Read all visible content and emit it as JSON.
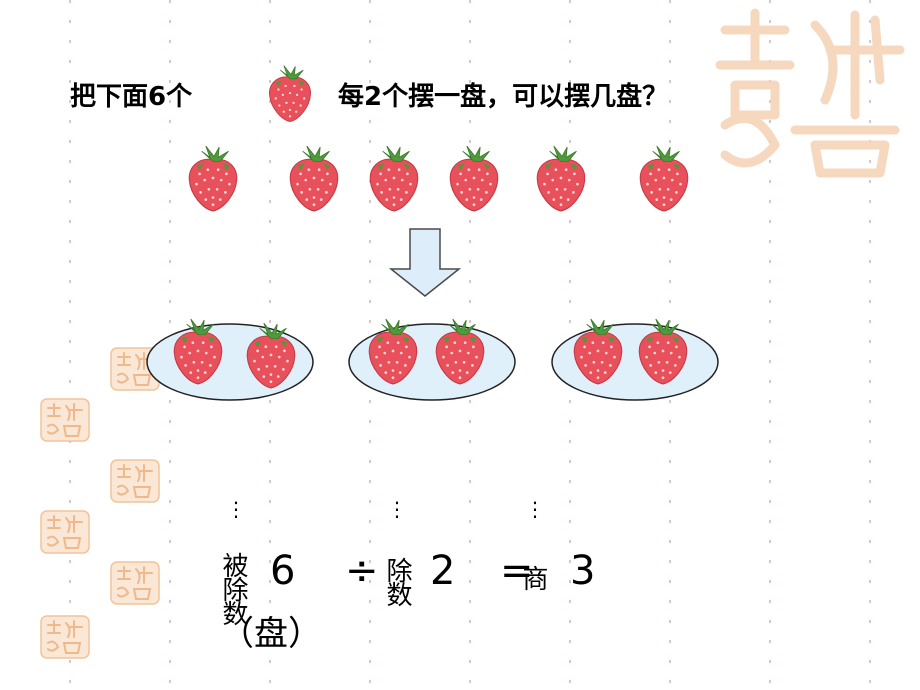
{
  "question": {
    "part1": "把下面6个",
    "part2": "每2个摆一盘，可以摆几盘？"
  },
  "icons": {
    "strawberry": "strawberry-icon",
    "arrow": "down-arrow-icon",
    "plate": "plate-icon",
    "stamp": "jixiang-stamp-icon"
  },
  "equation": {
    "dividend": "6",
    "divide_sign": "÷",
    "divisor": "2",
    "equals_sign": "=",
    "quotient": "3",
    "dividend_label": "被除数",
    "divisor_label": "除数",
    "quotient_label": "商",
    "unit": "（盘）",
    "separator": "⋮"
  },
  "colors": {
    "strawberry": "#e8505b",
    "leaf": "#4f9a3a",
    "plate_fill": "#dff0fb",
    "arrow_fill": "#ddeefa",
    "stamp": "#f3c9a3"
  }
}
